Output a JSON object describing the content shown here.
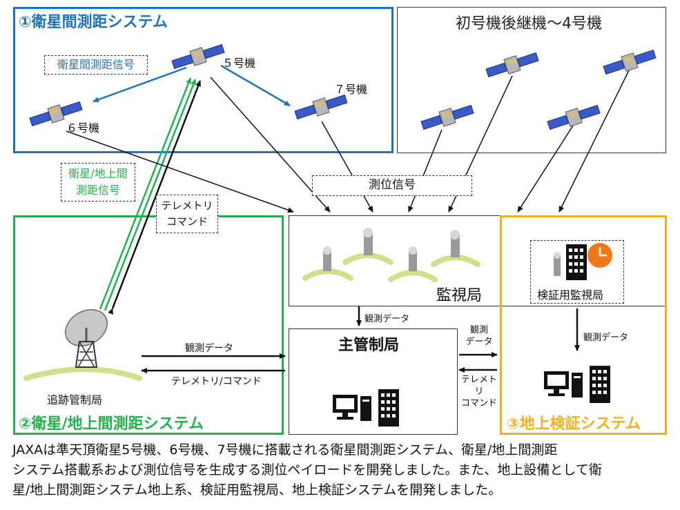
{
  "sections": {
    "inter_satellite": {
      "title": "①衛星間測距システム",
      "color": "#1f73b7"
    },
    "successors": {
      "title": "初号機後継機～4号機"
    },
    "ground_link": {
      "title": "②衛星/地上間測距システム",
      "color": "#22b14c"
    },
    "verification": {
      "title": "③地上検証システム",
      "color": "#f2b01e"
    }
  },
  "satellites": {
    "unit5": "５号機",
    "unit6": "６号機",
    "unit7": "７号機"
  },
  "labels": {
    "inter_sat_signal": "衛星間測距信号",
    "sat_ground_signal_line1": "衛星/地上間",
    "sat_ground_signal_line2": "測距信号",
    "telemetry_command_line1": "テレメトリ",
    "telemetry_command_line2": "コマンド",
    "positioning_signal": "測位信号",
    "monitoring_station": "監視局",
    "verification_station": "検証用監視局",
    "observation_data_1": "観測データ",
    "observation_data_2": "観測データ",
    "observation_data_3": "観測データ",
    "main_control_station": "主管制局",
    "tracking_station": "追跡管制局",
    "observation_data_4": "観測データ",
    "telemetry_command_h": "テレメトリ/コマンド",
    "obs_short_line1": "観測",
    "obs_short_line2": "データ",
    "tc_short_line1": "テレメトリ",
    "tc_short_line2": "コマンド"
  },
  "caption": {
    "line1": "JAXAは準天頂衛星5号機、6号機、7号機に搭載される衛星間測距システム、衛星/地上間測距",
    "line2": "システム搭載系および測位信号を生成する測位ペイロードを開発しました。また、地上設備として衛",
    "line3": "星/地上間測距システム地上系、検証用監視局、地上検証システムを開発しました。"
  },
  "colors": {
    "blue": "#1f73b7",
    "green": "#22b14c",
    "yellow": "#f2b01e",
    "orange": "#f07a1a",
    "antenna_base": "#cfe28a"
  },
  "icons": [
    "satellite-icon",
    "antenna-icon",
    "dish-antenna-icon",
    "building-icon",
    "computer-icon",
    "clock-icon"
  ]
}
